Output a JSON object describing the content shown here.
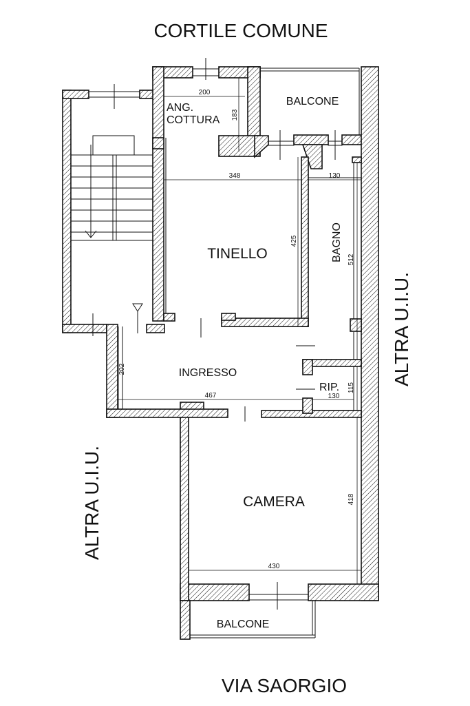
{
  "labels": {
    "top_courtyard": "CORTILE COMUNE",
    "bottom_street": "VIA SAORGIO",
    "right_other_unit": "ALTRA U.I.U.",
    "left_other_unit": "ALTRA U.I.U."
  },
  "rooms": {
    "kitchenette_line1": "ANG.",
    "kitchenette_line2": "COTTURA",
    "balcony_top": "BALCONE",
    "living": "TINELLO",
    "bathroom": "BAGNO",
    "entrance": "INGRESSO",
    "storage": "RIP.",
    "bedroom": "CAMERA",
    "balcony_bottom": "BALCONE"
  },
  "dimensions": {
    "kitchen_width": "200",
    "kitchen_depth": "183",
    "living_width": "348",
    "bath_width": "130",
    "living_depth": "425",
    "bath_depth": "512",
    "entrance_depth": "202",
    "entrance_width": "467",
    "storage_width": "130",
    "storage_depth": "115",
    "bedroom_depth": "418",
    "bedroom_width": "430"
  },
  "colors": {
    "line": "#111111",
    "background": "#ffffff"
  }
}
